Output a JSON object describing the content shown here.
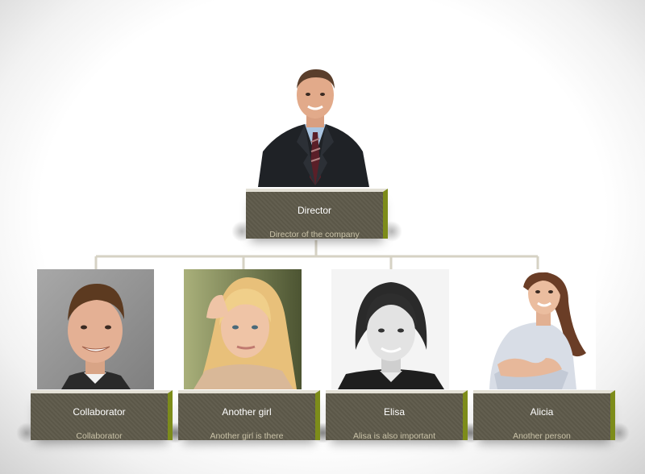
{
  "colors": {
    "plate": "#5e5a4a",
    "plate_accent": "#7d8c1a",
    "connector": "#d6d2c4",
    "title_text": "#ffffff",
    "desc_text": "#c9c2a8"
  },
  "director": {
    "title": "Director",
    "description": "Director of the company"
  },
  "members": [
    {
      "title": "Collaborator",
      "description": "Collaborator"
    },
    {
      "title": "Another girl",
      "description": "Another girl is there"
    },
    {
      "title": "Elisa",
      "description": "Alisa is also important"
    },
    {
      "title": "Alicia",
      "description": "Another person"
    }
  ]
}
